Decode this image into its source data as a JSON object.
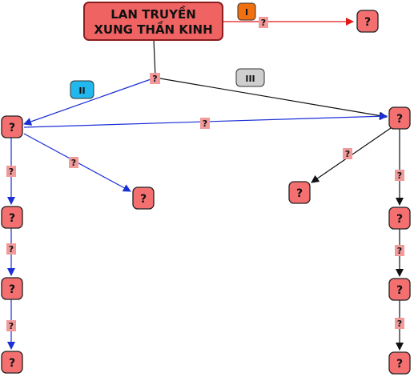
{
  "title": {
    "line1": "LAN TRUYỀN",
    "line2": "XUNG THẦN KINH"
  },
  "badges": {
    "one": "I",
    "two": "II",
    "three": "III"
  },
  "colors": {
    "red": "#e01818",
    "blue": "#1a2fd6",
    "black": "#111111",
    "orange": "#f07010",
    "cyan": "#22b8ee",
    "gray": "#cfcfcf"
  },
  "nodes": {
    "right_top": "?",
    "left_1": "?",
    "left_2": "?",
    "left_3": "?",
    "left_4": "?",
    "left_mid": "?",
    "right_1": "?",
    "right_2": "?",
    "right_3": "?",
    "right_4": "?",
    "right_mid": "?"
  },
  "labels": {
    "top_right": "?",
    "center": "?",
    "cross": "?",
    "left_diag": "?",
    "left_v1": "?",
    "left_v2": "?",
    "left_v3": "?",
    "right_diag": "?",
    "right_v1": "?",
    "right_v2": "?",
    "right_v3": "?"
  }
}
